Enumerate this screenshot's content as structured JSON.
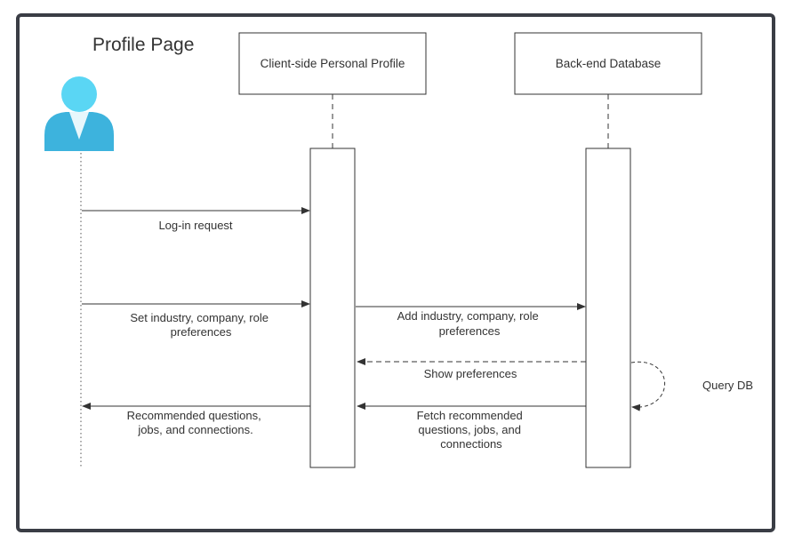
{
  "title": "Profile Page",
  "colors": {
    "frame_border": "#3a3d45",
    "line": "#333333",
    "actor_head": "#5ad6f4",
    "actor_body": "#3db3dd",
    "actor_collar": "#e8f7fc"
  },
  "actor": {
    "icon": "user-icon"
  },
  "participants": [
    {
      "label": "Client-side Personal Profile"
    },
    {
      "label": "Back-end Database"
    }
  ],
  "messages": [
    {
      "from": "actor",
      "to": "Client-side Personal Profile",
      "style": "solid",
      "lines": [
        "Log-in request"
      ]
    },
    {
      "from": "actor",
      "to": "Client-side Personal Profile",
      "style": "solid",
      "lines": [
        "Set industry, company, role",
        "preferences"
      ]
    },
    {
      "from": "Client-side Personal Profile",
      "to": "Back-end Database",
      "style": "solid",
      "lines": [
        "Add industry, company, role",
        "preferences"
      ]
    },
    {
      "from": "Back-end Database",
      "to": "Client-side Personal Profile",
      "style": "dashed",
      "lines": [
        "Show preferences"
      ]
    },
    {
      "from": "Back-end Database",
      "to": "Back-end Database",
      "style": "dashed",
      "lines": [
        "Query DB"
      ]
    },
    {
      "from": "Client-side Personal Profile",
      "to": "actor",
      "style": "solid",
      "lines": [
        "Recommended questions,",
        "jobs, and connections."
      ]
    },
    {
      "from": "Back-end Database",
      "to": "Client-side Personal Profile",
      "style": "solid",
      "lines": [
        "Fetch recommended",
        "questions, jobs, and",
        "connections"
      ]
    }
  ]
}
